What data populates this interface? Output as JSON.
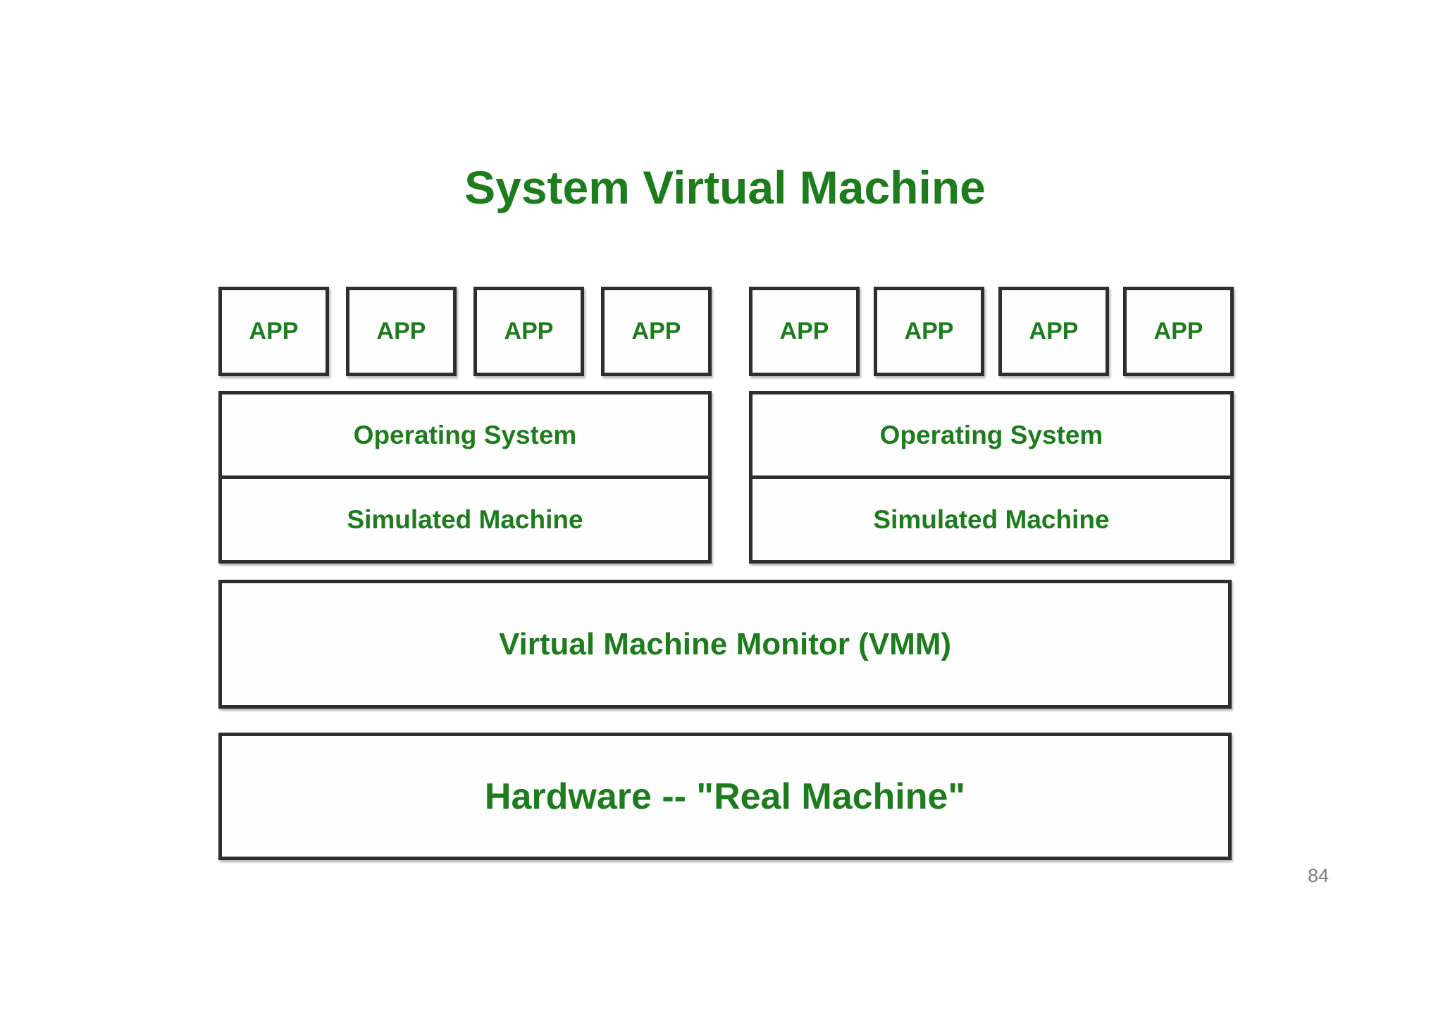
{
  "page": {
    "background": "#ffffff",
    "page_number": "84"
  },
  "colors": {
    "text_green": "#1e7b1e",
    "box_border": "#2e2e2e",
    "page_number_gray": "#7c7c7c"
  },
  "title": {
    "text": "System Virtual Machine"
  },
  "diagram": {
    "vm_columns": [
      {
        "apps": [
          "APP",
          "APP",
          "APP",
          "APP"
        ],
        "os_label": "Operating System",
        "sim_label": "Simulated Machine"
      },
      {
        "apps": [
          "APP",
          "APP",
          "APP",
          "APP"
        ],
        "os_label": "Operating System",
        "sim_label": "Simulated Machine"
      }
    ],
    "vmm_label": "Virtual Machine Monitor (VMM)",
    "hardware_label": "Hardware -- \"Real Machine\""
  }
}
